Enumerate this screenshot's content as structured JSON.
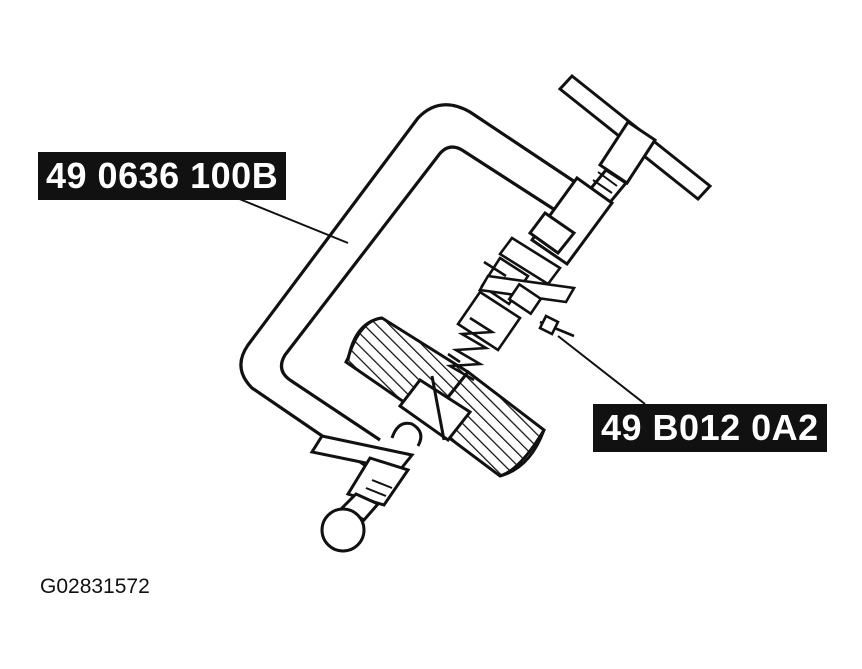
{
  "callouts": {
    "clamp_tool": "49 0636 100B",
    "attachment": "49 B012 0A2"
  },
  "figure_code": "G02831572",
  "colors": {
    "ink": "#111111",
    "label_bg": "#111111",
    "label_text": "#ffffff",
    "background": "#ffffff"
  }
}
